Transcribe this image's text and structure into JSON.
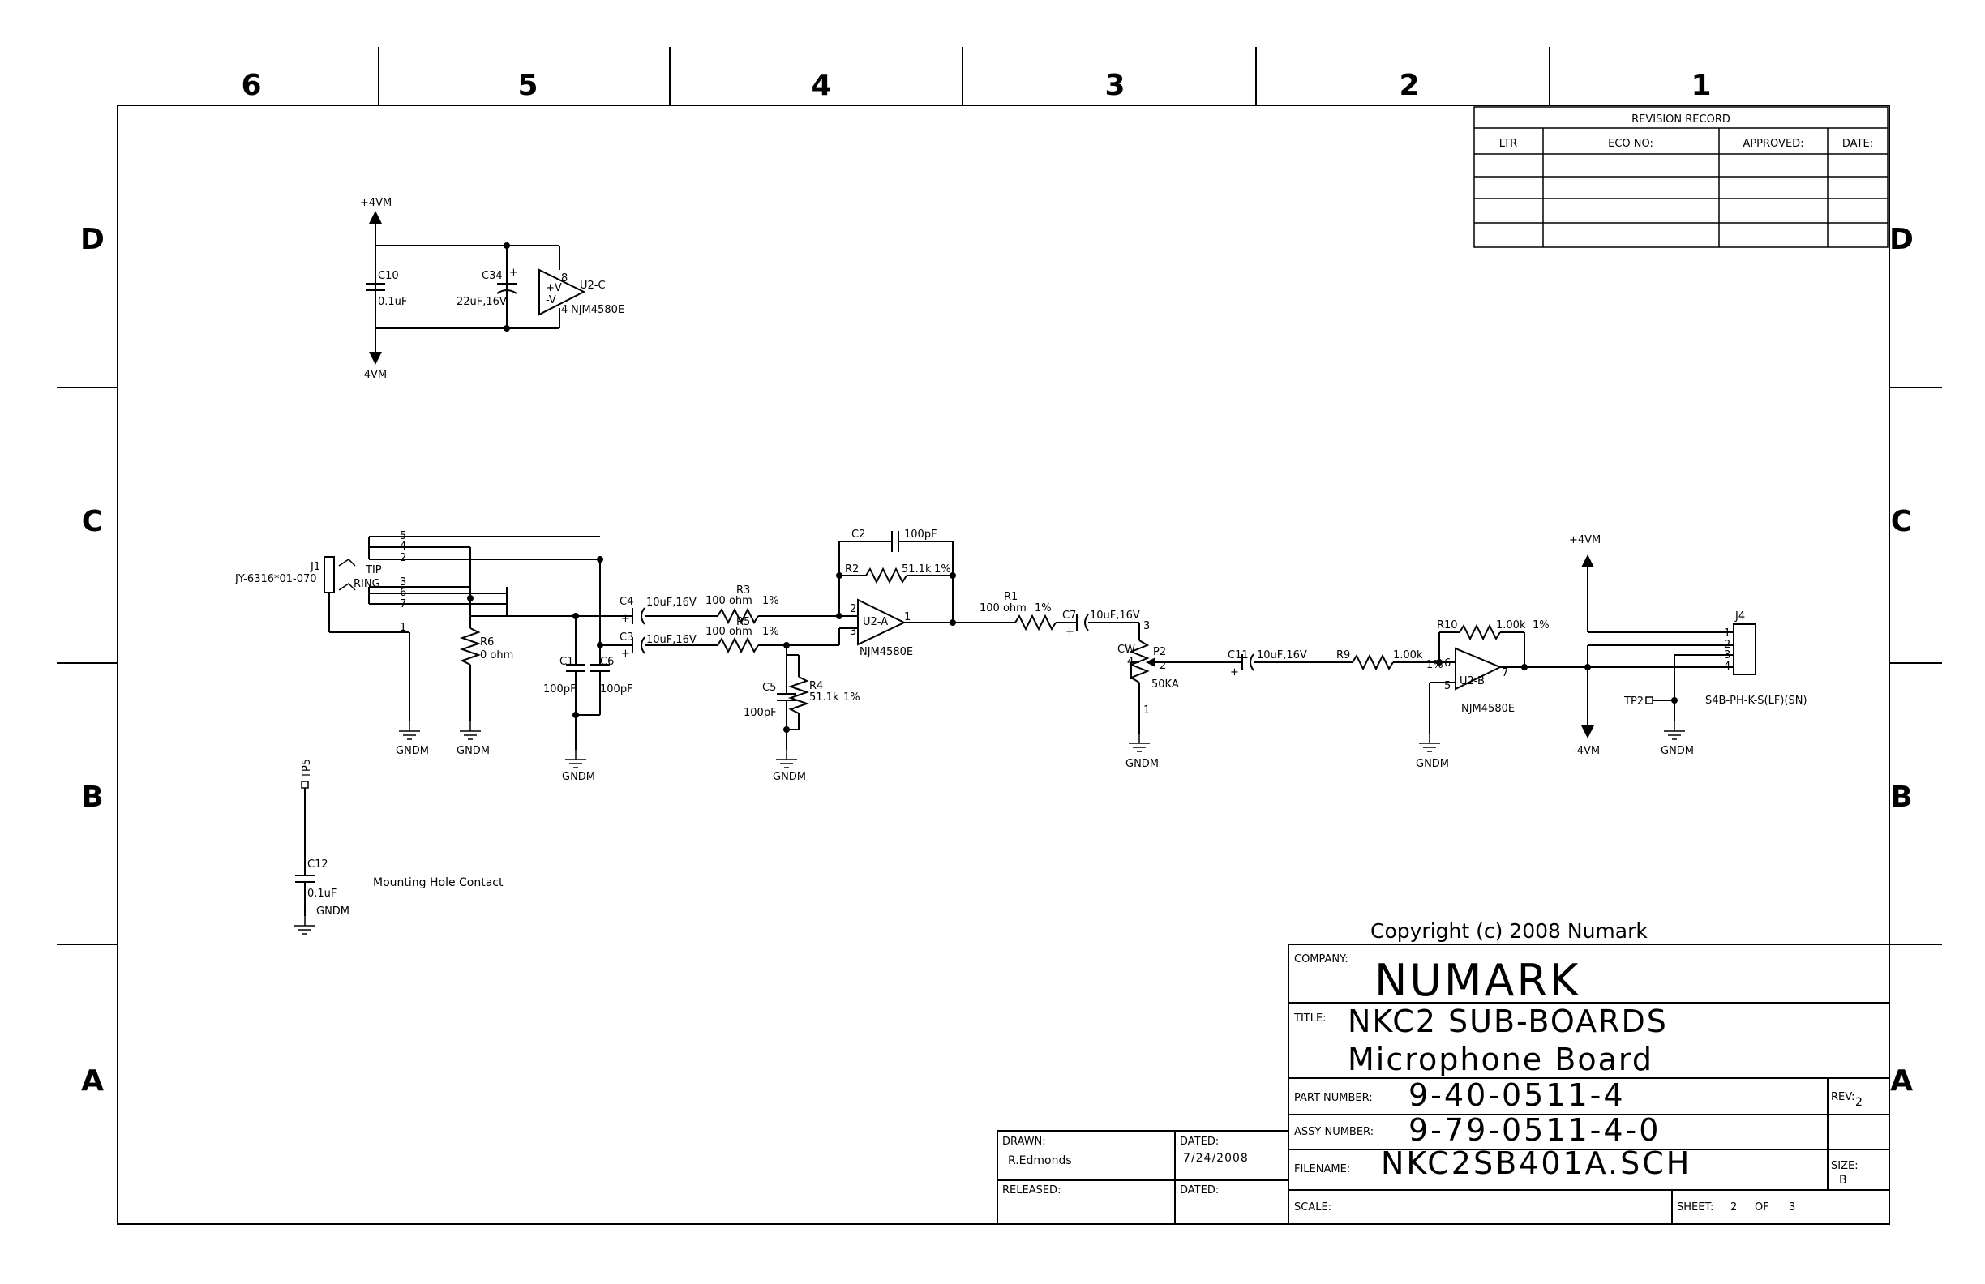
{
  "zones": {
    "columns": [
      "6",
      "5",
      "4",
      "3",
      "2",
      "1"
    ],
    "rows": [
      "D",
      "C",
      "B",
      "A"
    ]
  },
  "revision_record": {
    "title": "REVISION RECORD",
    "headers": [
      "LTR",
      "ECO NO:",
      "APPROVED:",
      "DATE:"
    ]
  },
  "power": {
    "pos": "+4VM",
    "neg": "-4VM"
  },
  "components": {
    "c10": {
      "ref": "C10",
      "value": "0.1uF"
    },
    "c34": {
      "ref": "C34",
      "value": "22uF,16V",
      "pol": "+"
    },
    "u2c": {
      "ref": "U2-C",
      "part": "NJM4580E",
      "pin8": "8",
      "pin4": "4",
      "vp": "+V",
      "vn": "-V"
    },
    "j1": {
      "ref": "J1",
      "part": "JY-6316*01-070",
      "tip": "TIP",
      "ring": "RING",
      "pins": [
        "5",
        "4",
        "2",
        "3",
        "6",
        "7",
        "1"
      ]
    },
    "r6": {
      "ref": "R6",
      "value": "0 ohm"
    },
    "c1": {
      "ref": "C1",
      "value": "100pF"
    },
    "c6": {
      "ref": "C6",
      "value": "100pF"
    },
    "c4": {
      "ref": "C4",
      "value": "10uF,16V"
    },
    "c3": {
      "ref": "C3",
      "value": "10uF,16V"
    },
    "r3": {
      "ref": "R3",
      "value": "100 ohm",
      "tol": "1%"
    },
    "r5": {
      "ref": "R5",
      "value": "100 ohm",
      "tol": "1%"
    },
    "c5": {
      "ref": "C5",
      "value": "100pF"
    },
    "r4": {
      "ref": "R4",
      "value": "51.1k",
      "tol": "1%"
    },
    "c2": {
      "ref": "C2",
      "value": "100pF"
    },
    "r2": {
      "ref": "R2",
      "value": "51.1k",
      "tol": "1%"
    },
    "u2a": {
      "ref": "U2-A",
      "part": "NJM4580E",
      "p1": "1",
      "p2": "2",
      "p3": "3"
    },
    "r1": {
      "ref": "R1",
      "value": "100 ohm",
      "tol": "1%"
    },
    "c7": {
      "ref": "C7",
      "value": "10uF,16V"
    },
    "p2": {
      "ref": "P2",
      "value": "50KA",
      "cw": "CW",
      "p1": "1",
      "p2": "2",
      "p3": "3",
      "p4": "4"
    },
    "c11": {
      "ref": "C11",
      "value": "10uF,16V"
    },
    "r9": {
      "ref": "R9",
      "value": "1.00k",
      "tol": "1%"
    },
    "r10": {
      "ref": "R10",
      "value": "1.00k",
      "tol": "1%"
    },
    "u2b": {
      "ref": "U2-B",
      "part": "NJM4580E",
      "p5": "5",
      "p6": "6",
      "p7": "7"
    },
    "j4": {
      "ref": "J4",
      "part": "S4B-PH-K-S(LF)(SN)",
      "pins": [
        "1",
        "2",
        "3",
        "4"
      ]
    },
    "tp2": {
      "ref": "TP2"
    },
    "tp5": {
      "ref": "TP5"
    },
    "c12": {
      "ref": "C12",
      "value": "0.1uF"
    },
    "gnd": "GNDM",
    "mounting_note": "Mounting Hole Contact",
    "plus": "+"
  },
  "title_block": {
    "copyright": "Copyright (c) 2008 Numark",
    "company_label": "COMPANY:",
    "company": "NUMARK",
    "title_label": "TITLE:",
    "title_line1": "NKC2 SUB-BOARDS",
    "title_line2": "Microphone Board",
    "part_label": "PART NUMBER:",
    "part_number": "9-40-0511-4",
    "rev_label": "REV:",
    "rev": "2",
    "assy_label": "ASSY NUMBER:",
    "assy_number": "9-79-0511-4-0",
    "filename_label": "FILENAME:",
    "filename": "NKC2SB401A.SCH",
    "size_label": "SIZE:",
    "size": "B",
    "scale_label": "SCALE:",
    "sheet_label": "SHEET:",
    "sheet": "2",
    "of_label": "OF",
    "sheets": "3",
    "drawn_label": "DRAWN:",
    "drawn_by": "R.Edmonds",
    "dated_label": "DATED:",
    "dated": "7/24/2008",
    "released_label": "RELEASED:",
    "dated2_label": "DATED:"
  }
}
